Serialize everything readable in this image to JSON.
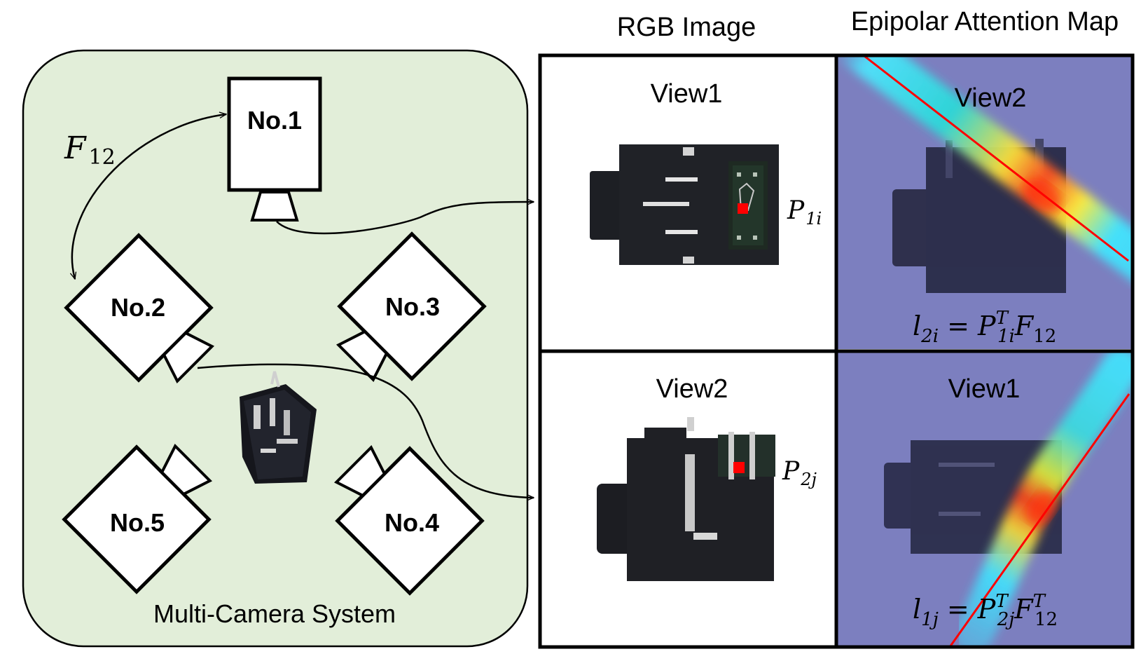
{
  "headers": {
    "rgb": "RGB Image",
    "attention": "Epipolar Attention Map"
  },
  "system": {
    "label": "Multi-Camera System",
    "fundamental": {
      "main": "F",
      "sub": "12"
    },
    "cameras": [
      "No.1",
      "No.2",
      "No.3",
      "No.4",
      "No.5"
    ]
  },
  "panels": {
    "top_rgb": {
      "title": "View1",
      "point": {
        "main": "P",
        "sub": "1i"
      }
    },
    "top_attn": {
      "title": "View2",
      "equation": {
        "l": "l",
        "l_sub": "2i",
        "eq": " = ",
        "p": "P",
        "p_sup": "T",
        "p_sub": "1i",
        "f": "F",
        "f_sub": "12"
      }
    },
    "bottom_rgb": {
      "title": "View2",
      "point": {
        "main": "P",
        "sub": "2j"
      }
    },
    "bottom_attn": {
      "title": "View1",
      "equation": {
        "l": "l",
        "l_sub": "1j",
        "eq": " = ",
        "p": "P",
        "p_sup": "T",
        "p_sub": "2j",
        "f": "F",
        "f_sup": "T",
        "f_sub": "12"
      }
    }
  },
  "colors": {
    "system_bg": "#e2eed9",
    "attention_bg": "#7c7fbf",
    "epipolar_line": "#ff0000",
    "point_marker": "#ff0000"
  }
}
